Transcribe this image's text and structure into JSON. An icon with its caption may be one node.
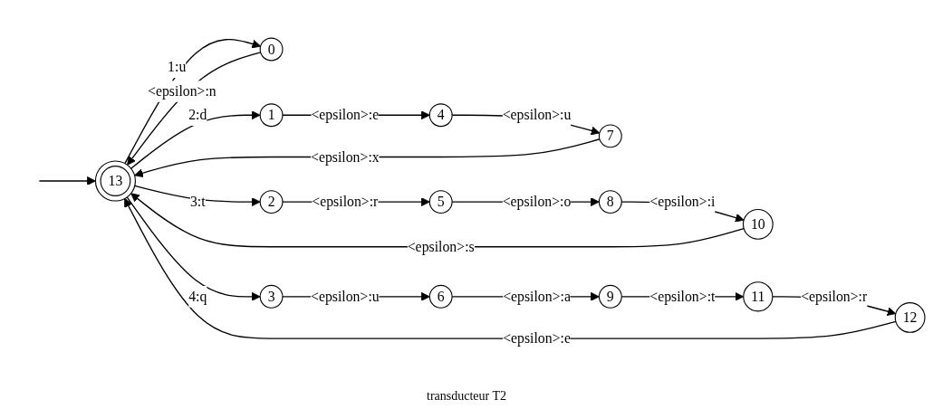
{
  "diagram": {
    "caption": "transducteur T2",
    "nodes": [
      {
        "text": [
          "13"
        ]
      },
      {
        "text": [
          "0"
        ]
      },
      {
        "text": [
          "1"
        ]
      },
      {
        "text": [
          "2"
        ]
      },
      {
        "text": [
          "3"
        ]
      },
      {
        "text": [
          "4"
        ]
      },
      {
        "text": [
          "5"
        ]
      },
      {
        "text": [
          "6"
        ]
      },
      {
        "text": [
          "7"
        ]
      },
      {
        "text": [
          "8"
        ]
      },
      {
        "text": [
          "9"
        ]
      },
      {
        "text": [
          "10"
        ]
      },
      {
        "text": [
          "11"
        ]
      },
      {
        "text": [
          "12"
        ]
      }
    ],
    "edges": [
      {
        "from": null,
        "to": 0,
        "arrow": "to"
      },
      {
        "from": 0,
        "to": 1,
        "label": "1:u",
        "arrow": "to"
      },
      {
        "from": 1,
        "to": 0,
        "label": "<epsilon>:n",
        "arrow": "to"
      },
      {
        "from": 0,
        "to": 4,
        "label": "4:q",
        "arrow": "to"
      },
      {
        "from": 4,
        "to": 7,
        "label": "<epsilon>:u",
        "arrow": "to"
      },
      {
        "from": 7,
        "to": 10,
        "label": "<epsilon>:a",
        "arrow": "to"
      },
      {
        "from": 10,
        "to": 12,
        "label": "<epsilon>:t",
        "arrow": "to"
      },
      {
        "from": 12,
        "to": 13,
        "label": "<epsilon>:r",
        "arrow": "to"
      },
      {
        "from": 13,
        "to": 0,
        "label": "<epsilon>:e",
        "arrow": "to"
      },
      {
        "from": 8,
        "to": 0,
        "label": "<epsilon>:x",
        "arrow": "to"
      },
      {
        "from": 0,
        "to": 2,
        "label": "2:d",
        "arrow": "to"
      },
      {
        "from": 2,
        "to": 5,
        "label": "<epsilon>:e",
        "arrow": "to"
      },
      {
        "from": 5,
        "to": 8,
        "label": "<epsilon>:u",
        "arrow": "to"
      },
      {
        "from": 11,
        "to": 0,
        "label": "<epsilon>:s",
        "arrow": "to"
      },
      {
        "from": 0,
        "to": 3,
        "label": "3:t",
        "arrow": "to"
      },
      {
        "from": 3,
        "to": 6,
        "label": "<epsilon>:r",
        "arrow": "to"
      },
      {
        "from": 6,
        "to": 9,
        "label": "<epsilon>:o",
        "arrow": "to"
      },
      {
        "from": 9,
        "to": 11,
        "label": "<epsilon>:i",
        "arrow": "to"
      }
    ]
  }
}
